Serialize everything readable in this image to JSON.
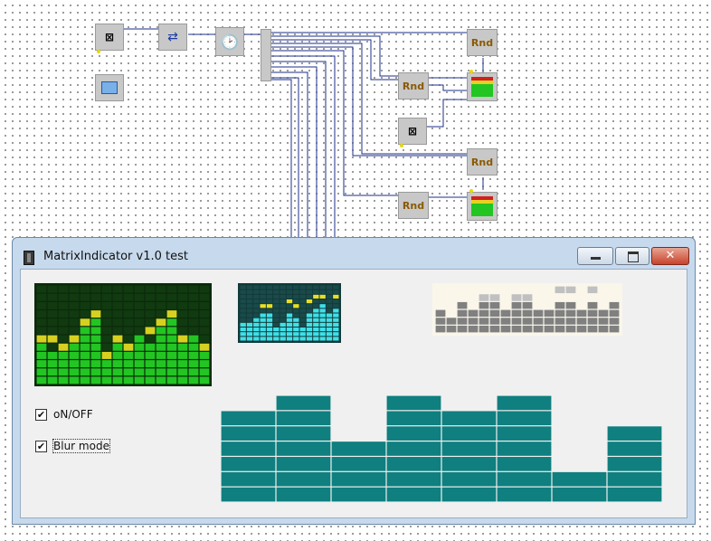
{
  "nodes": {
    "rnd_label": "Rnd"
  },
  "window": {
    "title": "MatrixIndicator v1.0 test",
    "controls": {
      "minimize": "minimize-icon",
      "maximize": "maximize-icon",
      "close": "close-icon"
    },
    "checkboxes": [
      {
        "label": "oN/OFF",
        "checked": true
      },
      {
        "label": "Blur mode",
        "checked": true
      }
    ]
  },
  "indicators": {
    "green": {
      "levels": [
        5,
        4,
        4,
        5,
        7,
        8,
        3,
        5,
        4,
        6,
        5,
        7,
        8,
        5,
        6,
        4
      ],
      "peaks": [
        6,
        6,
        5,
        6,
        8,
        9,
        4,
        6,
        5,
        6,
        7,
        8,
        9,
        6,
        6,
        5
      ],
      "rows": 12,
      "colors": {
        "bg": "#0b2a0b",
        "bar": "#22c522",
        "peak": "#d8d020",
        "top": "#e02020"
      }
    },
    "cyan": {
      "levels": [
        4,
        4,
        5,
        6,
        6,
        3,
        4,
        6,
        5,
        3,
        6,
        7,
        8,
        6,
        7
      ],
      "peaks": [
        0,
        0,
        0,
        8,
        8,
        0,
        0,
        9,
        8,
        0,
        9,
        10,
        10,
        0,
        10
      ],
      "rows": 12,
      "colors": {
        "bg": "#123a3a",
        "bar": "#3fe0e8",
        "peak": "#e8e020",
        "top": "#d02020"
      }
    },
    "gray": {
      "levels": [
        3,
        2,
        4,
        3,
        4,
        4,
        3,
        4,
        4,
        3,
        3,
        4,
        4,
        3,
        4,
        3,
        4
      ],
      "peaks": [
        0,
        0,
        4,
        0,
        5,
        5,
        0,
        5,
        5,
        0,
        0,
        6,
        6,
        0,
        6,
        0,
        0
      ],
      "rows": 6,
      "colors": {
        "bg": "#faf6ea",
        "bar": "#808080",
        "peak": "#c0c0c0"
      }
    },
    "teal": {
      "levels": [
        6,
        7,
        4,
        7,
        6,
        7,
        2,
        5
      ],
      "rows": 7,
      "colors": {
        "bg": "#f0f0f0",
        "bar": "#0f7f7f"
      }
    }
  }
}
